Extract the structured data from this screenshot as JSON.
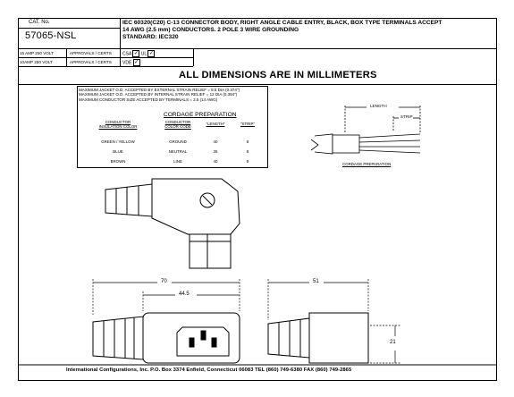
{
  "title_block": {
    "cat_no_label": "CAT. No.",
    "part_number": "57065-NSL",
    "description_line1": "IEC 60320(C20) C-13 CONNECTOR BODY, RIGHT ANGLE CABLE ENTRY, BLACK, BOX TYPE TERMINALS ACCEPT",
    "description_line2": "14 AWG (2.5 mm) CONDUCTORS. 2 POLE 3 WIRE GROUNDING",
    "description_line3": "STANDARD: IEC320",
    "approval_row1_a": "15 AMP 250 VOLT",
    "approval_row1_b": "APPROVALS / CERTS",
    "approval_row1_c": "CSA",
    "approval_row1_d": "UL",
    "approval_row2_a": "10AMP 250 VOLT",
    "approval_row2_b": "APPROVALS / CERTS",
    "approval_row2_c": "VDE"
  },
  "heading": "ALL DIMENSIONS ARE IN MILLIMETERS",
  "notes": [
    "MAXIMUM JACKET O.D. ACCEPTED BY EXTERNAL STRAIN RELIEF = 9.5 DIA (0.374\")",
    "MAXIMUM JACKET O.D. ACCEPTED BY INTERNAL STRAIN RELIEF = 12 DIA (0.394\")",
    "MAXIMUM CONDUCTOR SIZE ACCEPTED BY TERMINALS = 2.5 (14 AWG)"
  ],
  "cordage": {
    "title": "CORDAGE PREPARATION",
    "headers": [
      "CONDUCTOR\nINSULATION COLOR",
      "CONDUCTOR\nCOLOR CODE",
      "\"LENGTH\"",
      "\"STRIP\""
    ],
    "rows": [
      [
        "GREEN / YELLOW",
        "GROUND",
        "40",
        "8"
      ],
      [
        "BLUE",
        "NEUTRAL",
        "35",
        "8"
      ],
      [
        "BROWN",
        "LINE",
        "40",
        "8"
      ]
    ]
  },
  "figure_labels": {
    "length": "LENGTH",
    "strip": "STRIP",
    "cordage_preparation": "CORDAGE PREPARATION",
    "dim_70": "70",
    "dim_44_5": "44.5",
    "dim_51": "51",
    "dim_21": "21"
  },
  "footer": "International Configurations, Inc.   P.O. Box 3374  Enfield, Connecticut 06083  TEL (860) 749-6380  FAX (860) 749-2865"
}
